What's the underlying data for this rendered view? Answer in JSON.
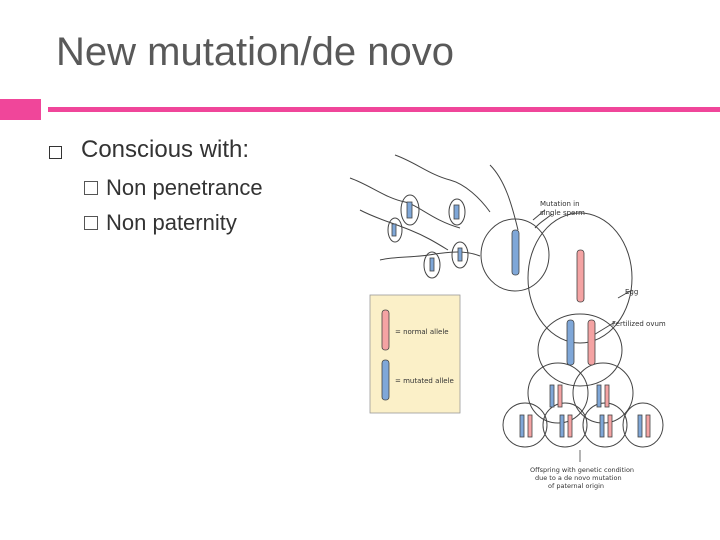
{
  "slide": {
    "title": "New mutation/de novo",
    "bullet": "Conscious with:",
    "sub_bullets": [
      {
        "text": "Non penetrance"
      },
      {
        "text": "Non paternity"
      }
    ]
  },
  "figure": {
    "label_mutation": [
      "Mutation in",
      "single sperm"
    ],
    "label_egg": "Egg",
    "label_fertilized": "Fertilized ovum",
    "legend_normal": "= normal allele",
    "legend_mutated": "= mutated allele",
    "caption": [
      "Offspring with genetic condition",
      "due to a de novo mutation",
      "of paternal origin"
    ]
  },
  "colors": {
    "accent": "#f0469a",
    "legend_bg": "#fbf0c8",
    "chrom_blue": "#7fa7d8",
    "chrom_red": "#f4a3a3"
  }
}
